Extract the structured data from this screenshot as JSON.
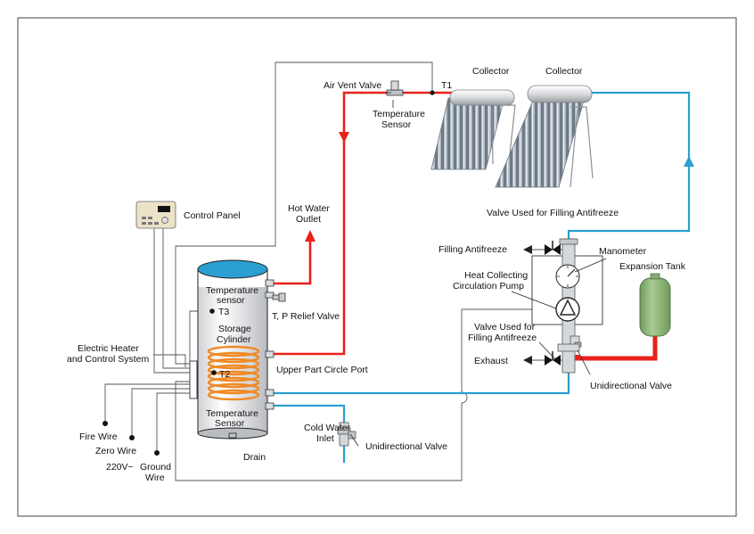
{
  "labels": {
    "collector_1": "Collector",
    "collector_2": "Collector",
    "air_vent_valve": "Air Vent Valve",
    "t1": "T1",
    "temperature_sensor_top": [
      "Temperature",
      "Sensor"
    ],
    "valve_filling_antifreeze_top": "Valve Used for Filling Antifreeze",
    "filling_antifreeze": "Filling Antifreeze",
    "manometer": "Manometer",
    "heat_collecting_pump": [
      "Heat Collecting",
      "Circulation Pump"
    ],
    "expansion_tank": "Expansion Tank",
    "valve_filling_antifreeze_bottom": [
      "Valve Used for",
      "Filling Antifreeze"
    ],
    "exhaust": "Exhaust",
    "unidirectional_valve_right": "Unidirectional Valve",
    "control_panel": "Control Panel",
    "hot_water_outlet": [
      "Hot Water",
      "Outlet"
    ],
    "temperature_sensor_tank_top": [
      "Temperature",
      "sensor"
    ],
    "t3": "T3",
    "storage_cylinder": [
      "Storage",
      "Cylinder"
    ],
    "t2": "T2",
    "temperature_sensor_tank_bottom": [
      "Temperature",
      "Sensor"
    ],
    "tp_relief_valve": "T, P Relief Valve",
    "upper_part_circle_port": "Upper Part Circle Port",
    "electric_heater": [
      "Electric Heater",
      "and Control System"
    ],
    "fire_wire": "Fire Wire",
    "zero_wire": "Zero Wire",
    "voltage": "220V~",
    "ground_wire": [
      "Ground",
      "Wire"
    ],
    "drain": "Drain",
    "cold_water_inlet": [
      "Cold Water",
      "Inlet"
    ],
    "unidirectional_valve_bottom": "Unidirectional Valve"
  },
  "colors": {
    "hot_pipe": "#e8211b",
    "cold_pipe": "#2a9fd0",
    "wire": "#555555",
    "coil": "#f08a24",
    "tank_top": "#2a9fd0",
    "expansion_tank": "#8fb87a",
    "frame": "#444444"
  }
}
